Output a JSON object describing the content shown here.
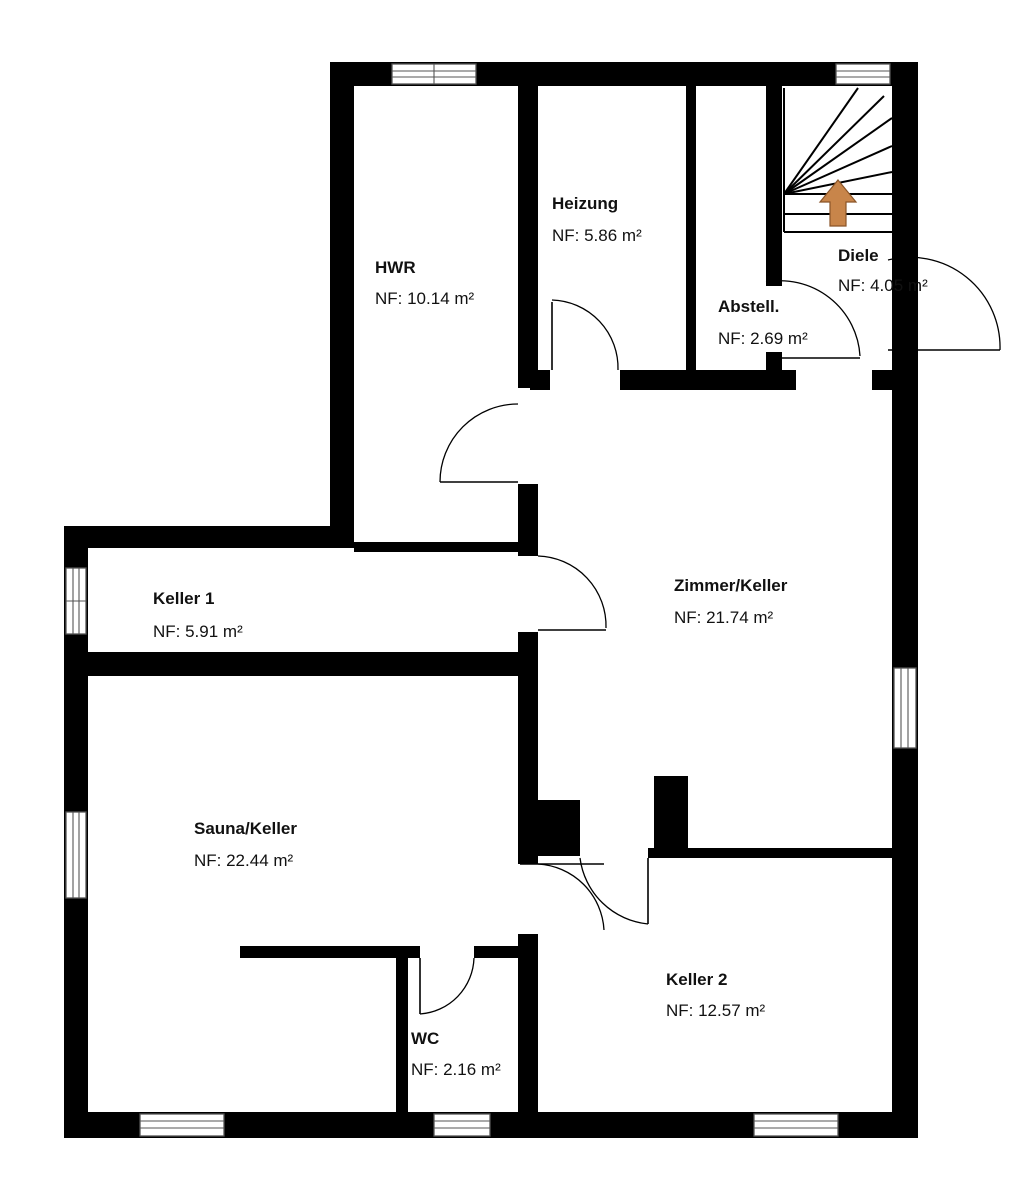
{
  "rooms": [
    {
      "id": "hwr",
      "name": "HWR",
      "area": "NF: 10.14 m²"
    },
    {
      "id": "heizung",
      "name": "Heizung",
      "area": "NF: 5.86 m²"
    },
    {
      "id": "abstell",
      "name": "Abstell.",
      "area": "NF: 2.69 m²"
    },
    {
      "id": "diele",
      "name": "Diele",
      "area": "NF: 4.05 m²"
    },
    {
      "id": "keller1",
      "name": "Keller 1",
      "area": "NF: 5.91 m²"
    },
    {
      "id": "zimmer",
      "name": "Zimmer/Keller",
      "area": "NF: 21.74 m²"
    },
    {
      "id": "sauna",
      "name": "Sauna/Keller",
      "area": "NF: 22.44 m²"
    },
    {
      "id": "keller2",
      "name": "Keller 2",
      "area": "NF: 12.57 m²"
    },
    {
      "id": "wc",
      "name": "WC",
      "area": "NF: 2.16 m²"
    }
  ],
  "colors": {
    "wall": "#000000",
    "stair_arrow": "#c8854a",
    "stair_arrow_stroke": "#8a5528",
    "window_line": "#555555",
    "background": "#ffffff"
  },
  "icons": {
    "stair_direction": "up-arrow-icon"
  }
}
